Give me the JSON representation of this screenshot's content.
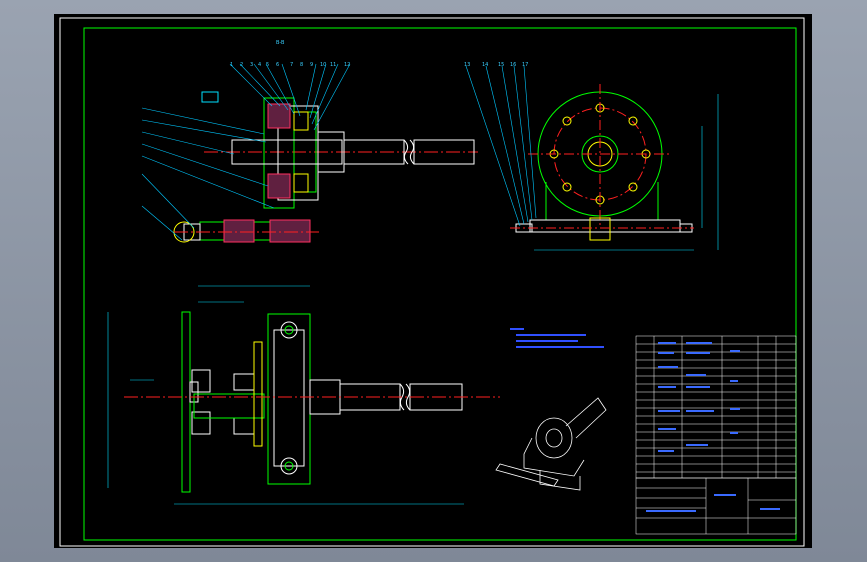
{
  "colors": {
    "background": "#000000",
    "frame": "#00ff00",
    "outline": "#ffffff",
    "centerline": "#ff2020",
    "dimension": "#00e0ff",
    "hatch": "#ff3060",
    "leader": "#00c8ff",
    "notes": "#3050ff"
  },
  "section_label": "B-B",
  "view_a_callouts": [
    "1",
    "2",
    "3",
    "4",
    "5",
    "6",
    "7",
    "8",
    "9",
    "10",
    "11",
    "12"
  ],
  "view_b_callouts": [
    "13",
    "14",
    "15",
    "16",
    "17"
  ]
}
